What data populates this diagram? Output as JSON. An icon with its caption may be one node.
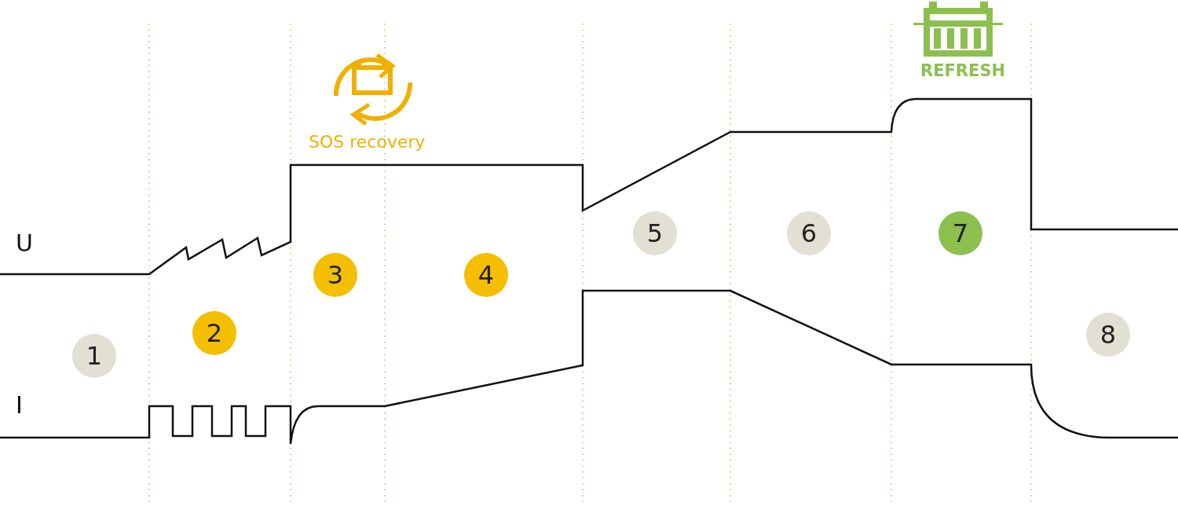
{
  "diagram": {
    "nodes": [
      {
        "text": [
          "1"
        ]
      },
      {
        "text": [
          "2"
        ]
      },
      {
        "text": [
          "3"
        ]
      },
      {
        "text": [
          "4"
        ]
      },
      {
        "text": [
          "5"
        ]
      },
      {
        "text": [
          "6"
        ]
      },
      {
        "text": [
          "7"
        ]
      },
      {
        "text": [
          "8"
        ]
      }
    ],
    "labels": [
      "U",
      "I",
      "SOS recovery",
      "REFRESH"
    ]
  }
}
